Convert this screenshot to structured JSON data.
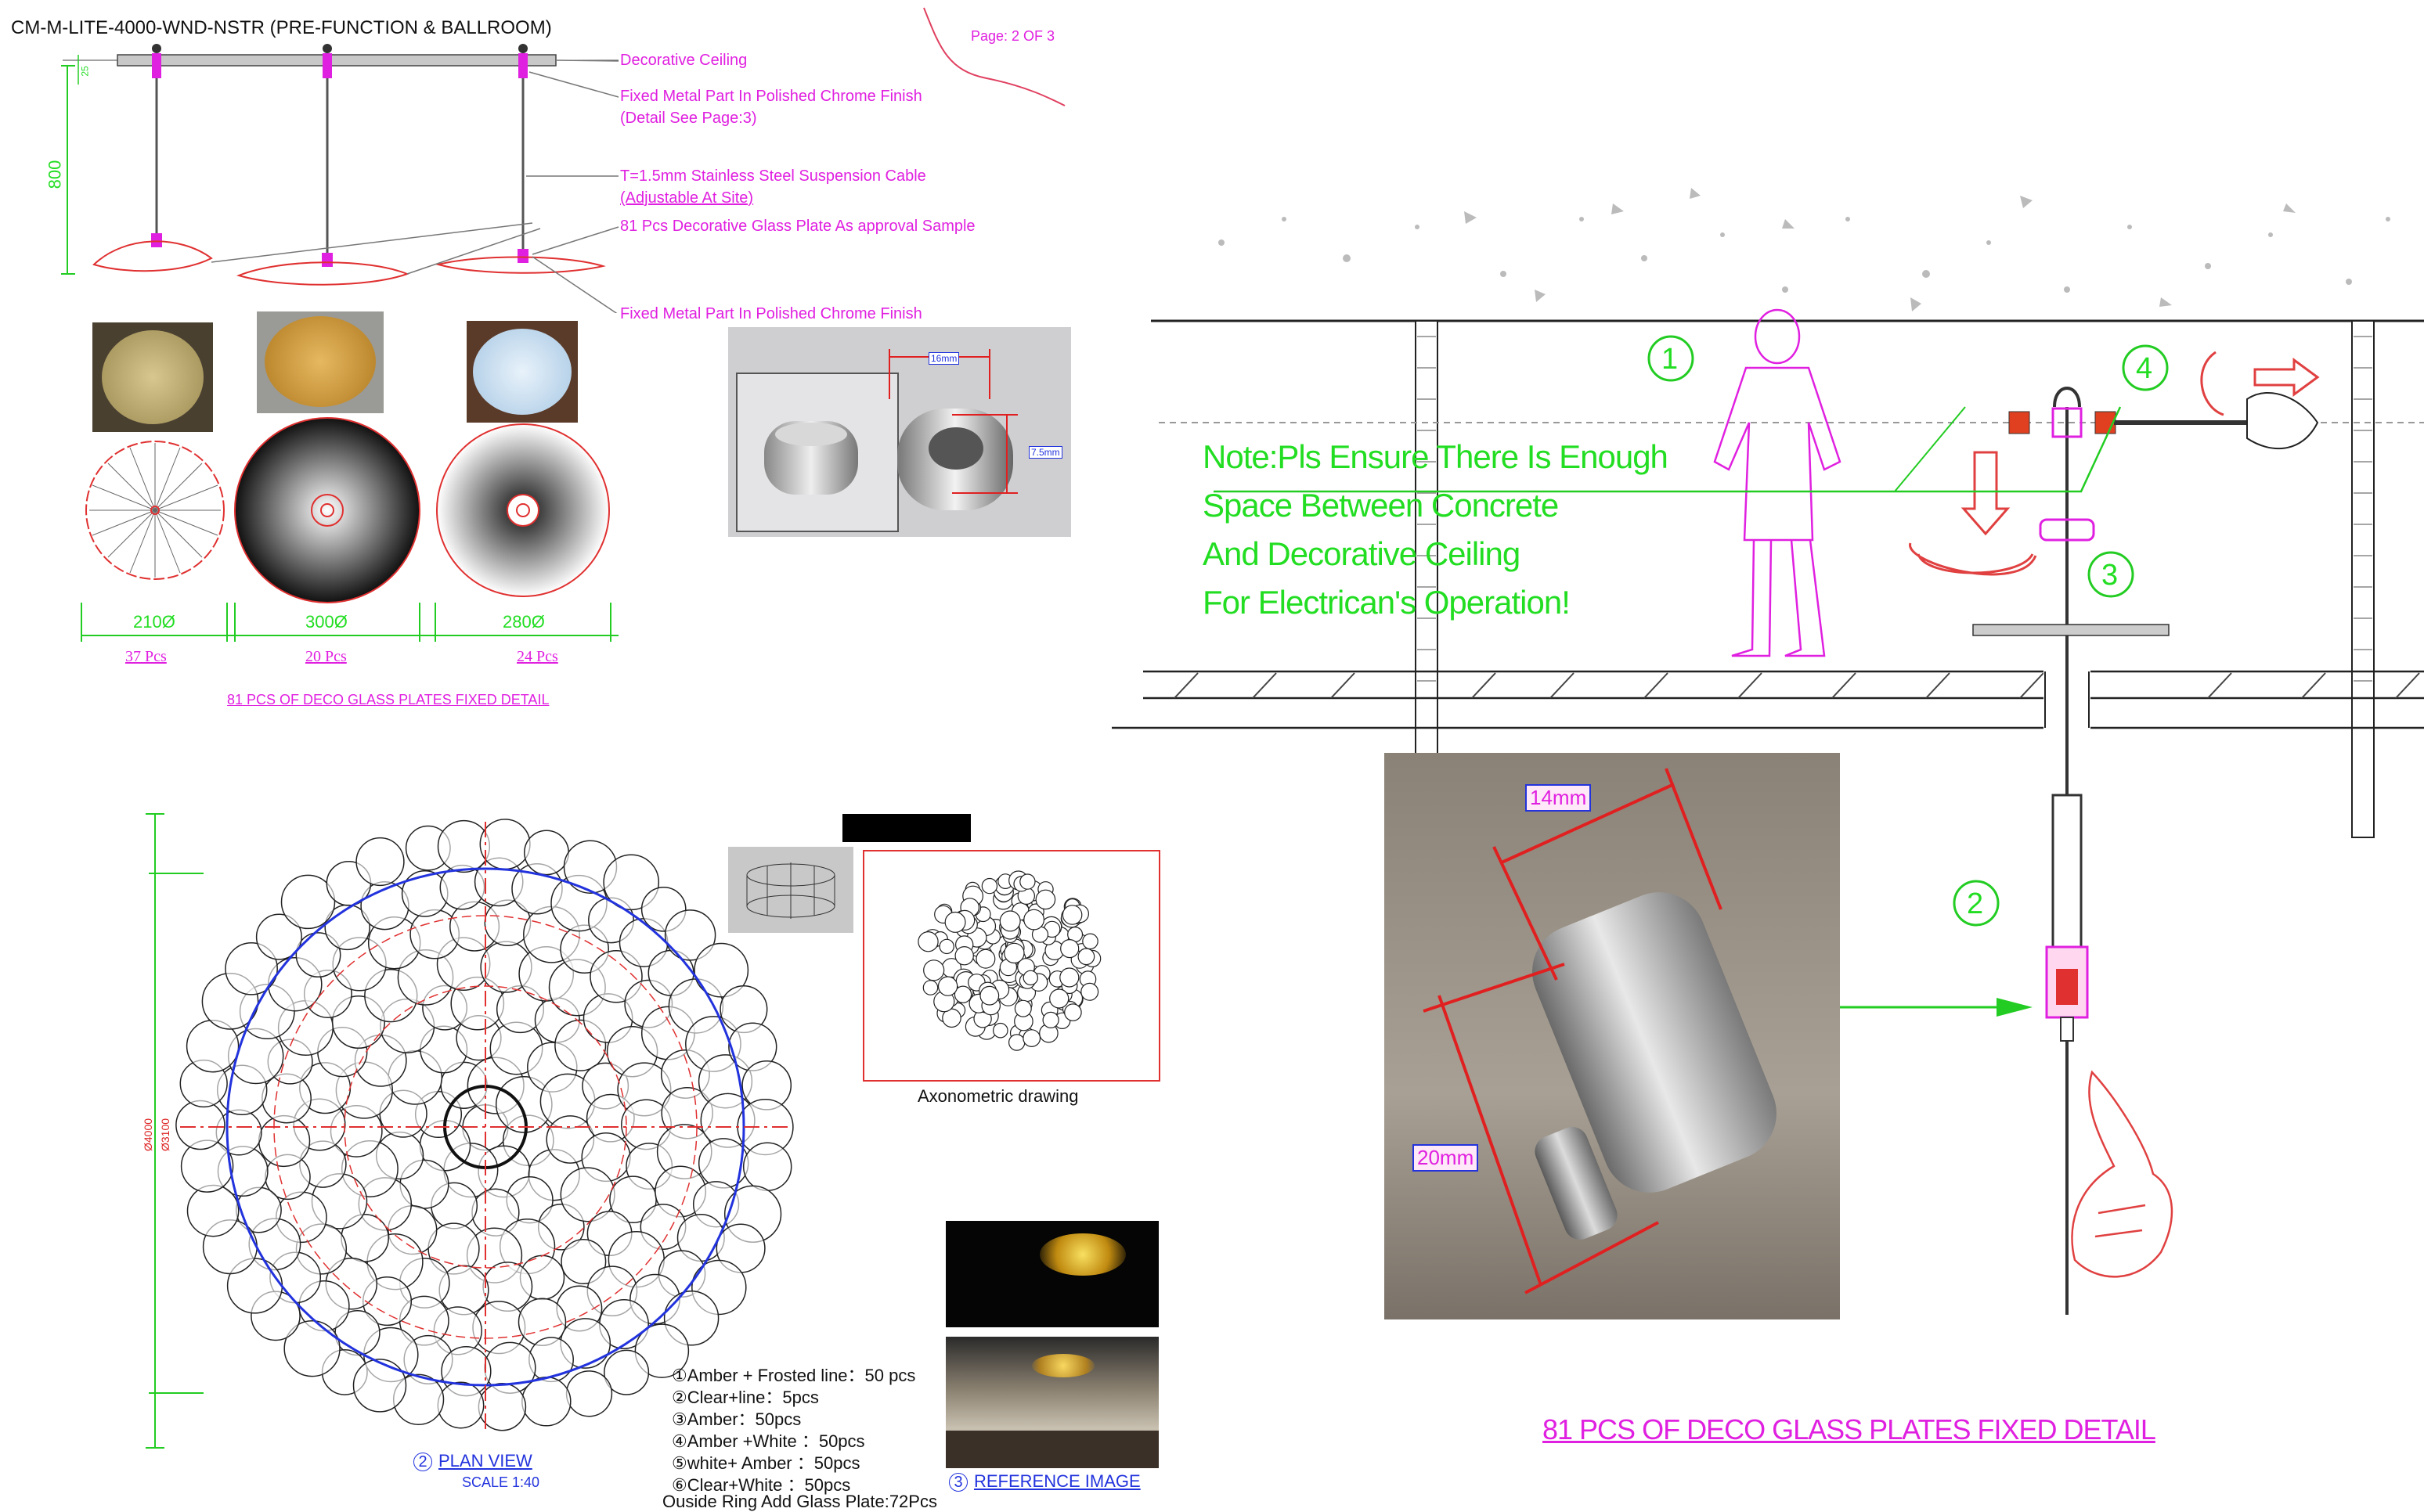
{
  "sheet": {
    "drawing_title": "CM-M-LITE-4000-WND-NSTR (PRE-FUNCTION & BALLROOM)",
    "page_label": "Page: 2 OF 3"
  },
  "elevation": {
    "height_dim": "800",
    "small_dim": "25",
    "callouts": {
      "decorative_ceiling": "Decorative Ceiling",
      "fixed_part_top": "Fixed Metal Part In Polished Chrome Finish",
      "detail_see": "(Detail See Page:3)",
      "cable": "T=1.5mm Stainless Steel Suspension Cable",
      "adjustable": "(Adjustable At Site)",
      "glass_plate": "81  Pcs Decorative Glass Plate As approval Sample",
      "fixed_part_bottom": "Fixed Metal Part In Polished Chrome Finish"
    }
  },
  "plates": {
    "items": [
      {
        "diameter": "210Ø",
        "qty": "37  Pcs",
        "color": "#b8a060"
      },
      {
        "diameter": "300Ø",
        "qty": "20  Pcs",
        "color": "#c89a3a"
      },
      {
        "diameter": "280Ø",
        "qty": "24  Pcs",
        "color": "#cfe3f2"
      }
    ],
    "caption": "81 PCS OF DECO GLASS PLATES FIXED DETAIL"
  },
  "fixing_photo": {
    "dim_a": "16mm",
    "dim_b": "7.5mm"
  },
  "section_detail": {
    "note": {
      "line1": "Note:Pls Ensure There Is Enough",
      "line2": "Space Between Concrete",
      "line3": "And Decorative Ceiling",
      "line4": "For Electrican's Operation!"
    },
    "markers": [
      "1",
      "2",
      "3",
      "4"
    ],
    "photo_dim_width": "14mm",
    "photo_dim_length": "20mm",
    "caption": "81 PCS OF DECO GLASS PLATES FIXED DETAIL"
  },
  "plan": {
    "dim_main": "Ø4000",
    "dim_inner": "Ø3100",
    "view_number": "2",
    "view_label": "PLAN VIEW",
    "scale": "SCALE 1:40",
    "axonometric_label": "Axonometric drawing",
    "reference_number": "3",
    "reference_label": "REFERENCE IMAGE",
    "legend": [
      "①Amber + Frosted line：50 pcs",
      "②Clear+line：5pcs",
      "③Amber：50pcs",
      "④Amber +White ：50pcs",
      "⑤white+ Amber ：50pcs",
      "⑥Clear+White ：50pcs",
      "Ouside Ring Add Glass Plate:72Pcs"
    ]
  },
  "colors": {
    "magenta": "#e020e0",
    "green": "#22dd22",
    "blue": "#2233dd",
    "red": "#dd2222"
  }
}
